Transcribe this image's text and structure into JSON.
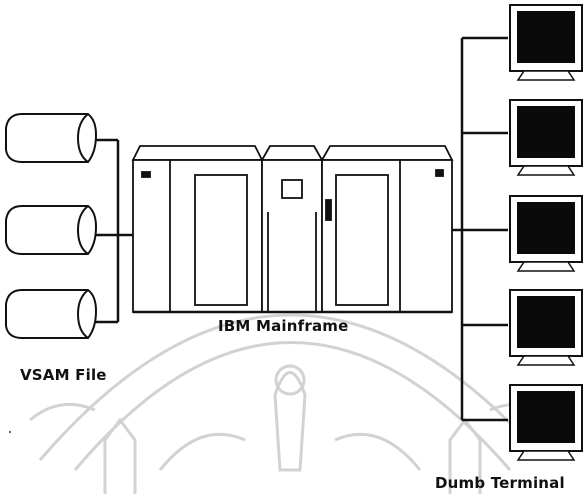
{
  "labels": {
    "mainframe": "IBM Mainframe",
    "vsam": "VSAM File",
    "terminal": "Dumb Terminal"
  },
  "colors": {
    "line": "#111111",
    "screen": "#0a0a0a",
    "watermark": "#cfcfcf"
  },
  "icons": {
    "file": "vsam-file-icon",
    "mainframe": "mainframe-icon",
    "terminal": "monitor-icon",
    "watermark": "university-seal-watermark"
  }
}
